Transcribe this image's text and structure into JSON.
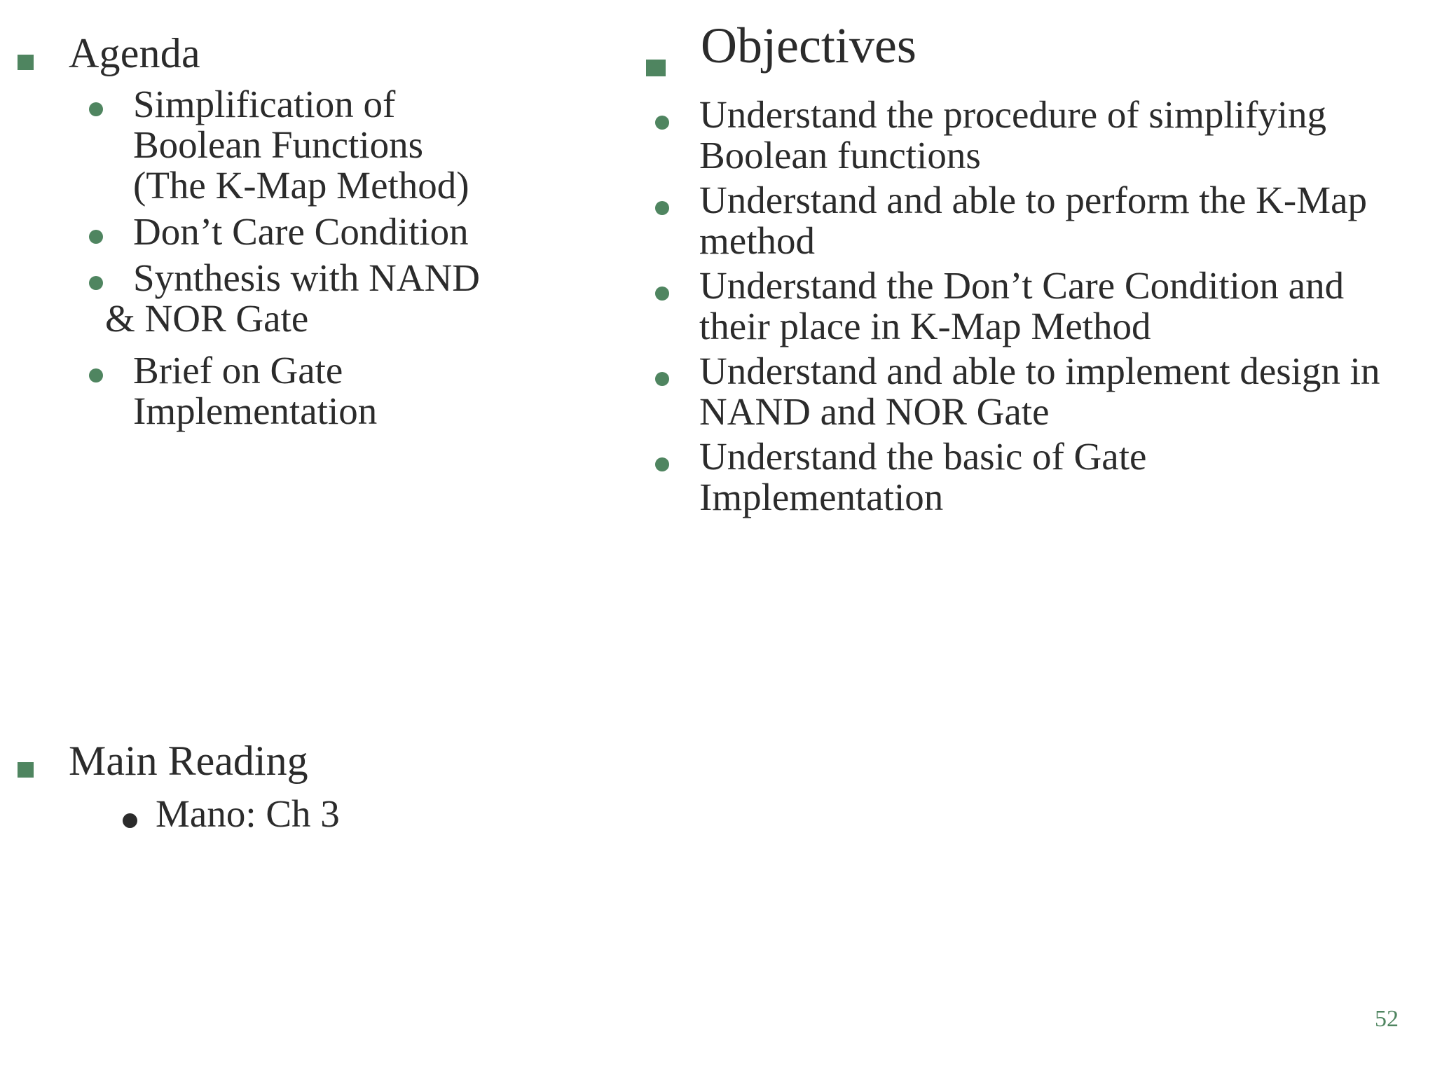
{
  "slide": {
    "page_number": "52",
    "accent_color": "#4f8560",
    "text_color": "#2b2b2b",
    "background_color": "#ffffff"
  },
  "left_column": {
    "agenda": {
      "heading": "Agenda",
      "bullet_icon": "square-bullet",
      "items": [
        {
          "text": "Simplification of Boolean Functions (The K-Map Method)",
          "bullet_icon": "round-bullet"
        },
        {
          "text": "Don’t Care Condition",
          "bullet_icon": "round-bullet"
        },
        {
          "text": "Synthesis with NAND",
          "bullet_icon": "round-bullet",
          "continuation": "& NOR Gate"
        },
        {
          "text": "Brief on Gate Implementation",
          "bullet_icon": "round-bullet"
        }
      ]
    },
    "main_reading": {
      "heading": "Main Reading",
      "bullet_icon": "square-bullet",
      "items": [
        {
          "text": "Mano: Ch 3",
          "bullet_icon": "round-bullet-black"
        }
      ]
    }
  },
  "right_column": {
    "objectives": {
      "heading": "Objectives",
      "bullet_icon": "square-bullet",
      "items": [
        {
          "text": "Understand the procedure of simplifying Boolean functions",
          "bullet_icon": "round-bullet"
        },
        {
          "text": "Understand and able to perform the K-Map method",
          "bullet_icon": "round-bullet"
        },
        {
          "text": "Understand the Don’t Care Condition and their place in K-Map Method",
          "bullet_icon": "round-bullet"
        },
        {
          "text": "Understand and able to implement design in NAND and NOR Gate",
          "bullet_icon": "round-bullet"
        },
        {
          "text": "Understand the basic of Gate Implementation",
          "bullet_icon": "round-bullet"
        }
      ]
    }
  }
}
